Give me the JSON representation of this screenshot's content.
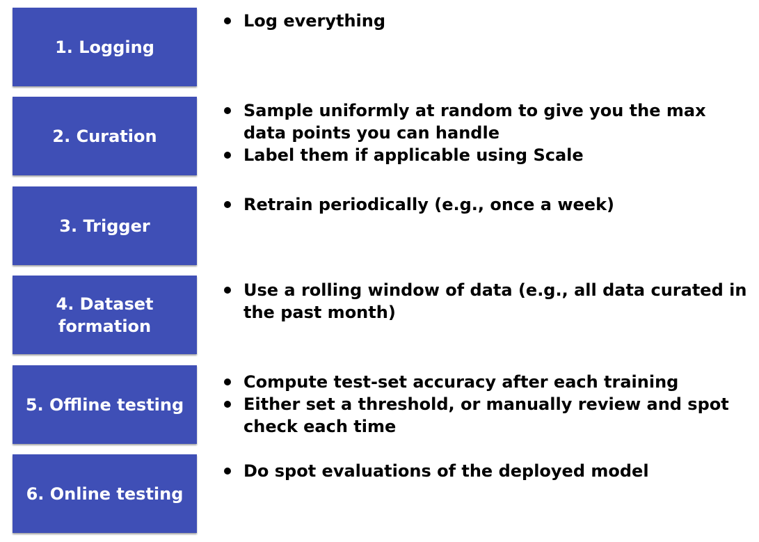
{
  "colors": {
    "box_fill": "#3f4fb6",
    "box_text": "#ffffff",
    "bullet_text": "#000000"
  },
  "steps": [
    {
      "label": "1. Logging",
      "bullets": [
        "Log everything"
      ]
    },
    {
      "label": "2. Curation",
      "bullets": [
        "Sample uniformly at random to give you the max data points you can handle",
        "Label them if applicable using Scale"
      ]
    },
    {
      "label": "3. Trigger",
      "bullets": [
        "Retrain periodically (e.g., once a week)"
      ]
    },
    {
      "label": "4. Dataset formation",
      "bullets": [
        "Use a rolling window of data (e.g., all data curated in the past month)"
      ]
    },
    {
      "label": "5. Offline testing",
      "bullets": [
        "Compute test-set accuracy after each training",
        "Either set a threshold, or manually review and spot check each time"
      ]
    },
    {
      "label": "6. Online testing",
      "bullets": [
        "Do spot evaluations of the deployed model"
      ]
    }
  ]
}
